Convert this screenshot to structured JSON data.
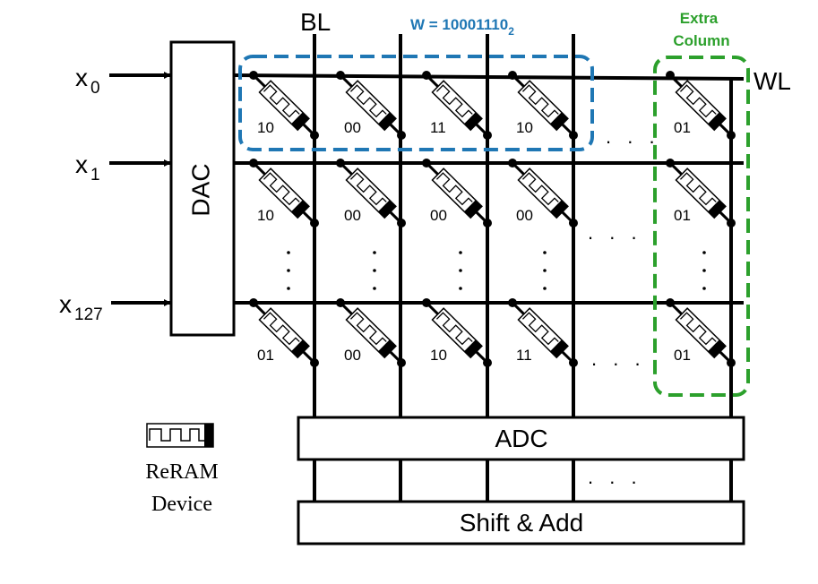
{
  "labels": {
    "bitline": "BL",
    "wordline": "WL",
    "dac": "DAC",
    "adc": "ADC",
    "shift_add": "Shift & Add"
  },
  "weight_label": {
    "prefix": "W = 10001110",
    "subscript": "2"
  },
  "extra_column": {
    "line1": "Extra",
    "line2": "Column"
  },
  "inputs": [
    {
      "base": "x",
      "sub": "0"
    },
    {
      "base": "x",
      "sub": "1"
    },
    {
      "base": "x",
      "sub": "127"
    }
  ],
  "cell_values": [
    [
      "10",
      "00",
      "11",
      "10",
      "01"
    ],
    [
      "10",
      "00",
      "00",
      "00",
      "01"
    ],
    [
      "01",
      "00",
      "10",
      "11",
      "01"
    ]
  ],
  "legend": {
    "line1": "ReRAM",
    "line2": "Device"
  },
  "colors": {
    "weight_box": "#1f77b4",
    "extra_column": "#2ca02c",
    "lines": "#000000"
  }
}
